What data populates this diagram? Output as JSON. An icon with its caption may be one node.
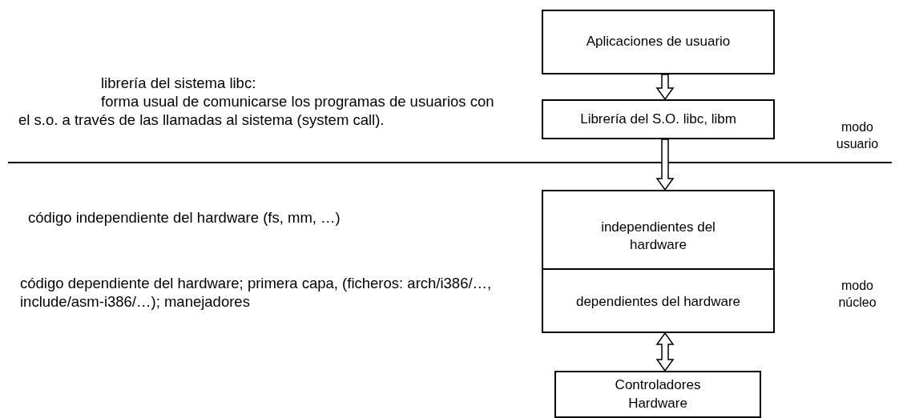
{
  "diagram": {
    "nodes": [
      {
        "text": [
          "Aplicaciones de usuario"
        ]
      },
      {
        "text": [
          "Librería del S.O. libc, libm"
        ]
      },
      {
        "text": [
          "independientes del hardware"
        ]
      },
      {
        "text": [
          "dependientes del hardware"
        ]
      },
      {
        "text": [
          "Controladores Hardware"
        ]
      }
    ],
    "edges": [
      {
        "from": 0,
        "to": 1,
        "arrow": "to"
      },
      {
        "from": 1,
        "to": 2,
        "arrow": "to"
      },
      {
        "from": 3,
        "to": 4,
        "arrow": "both"
      }
    ],
    "labels": [
      "librería del sistema libc:",
      "forma usual de comunicarse los programas de usuarios con el s.o. a través de las llamadas al sistema (system call).",
      "modo usuario",
      "código independiente del hardware (fs, mm, …)",
      "código dependiente del hardware; primera capa, (ficheros: arch/i386/…, include/asm-i386/…); manejadores",
      "modo núcleo"
    ]
  }
}
